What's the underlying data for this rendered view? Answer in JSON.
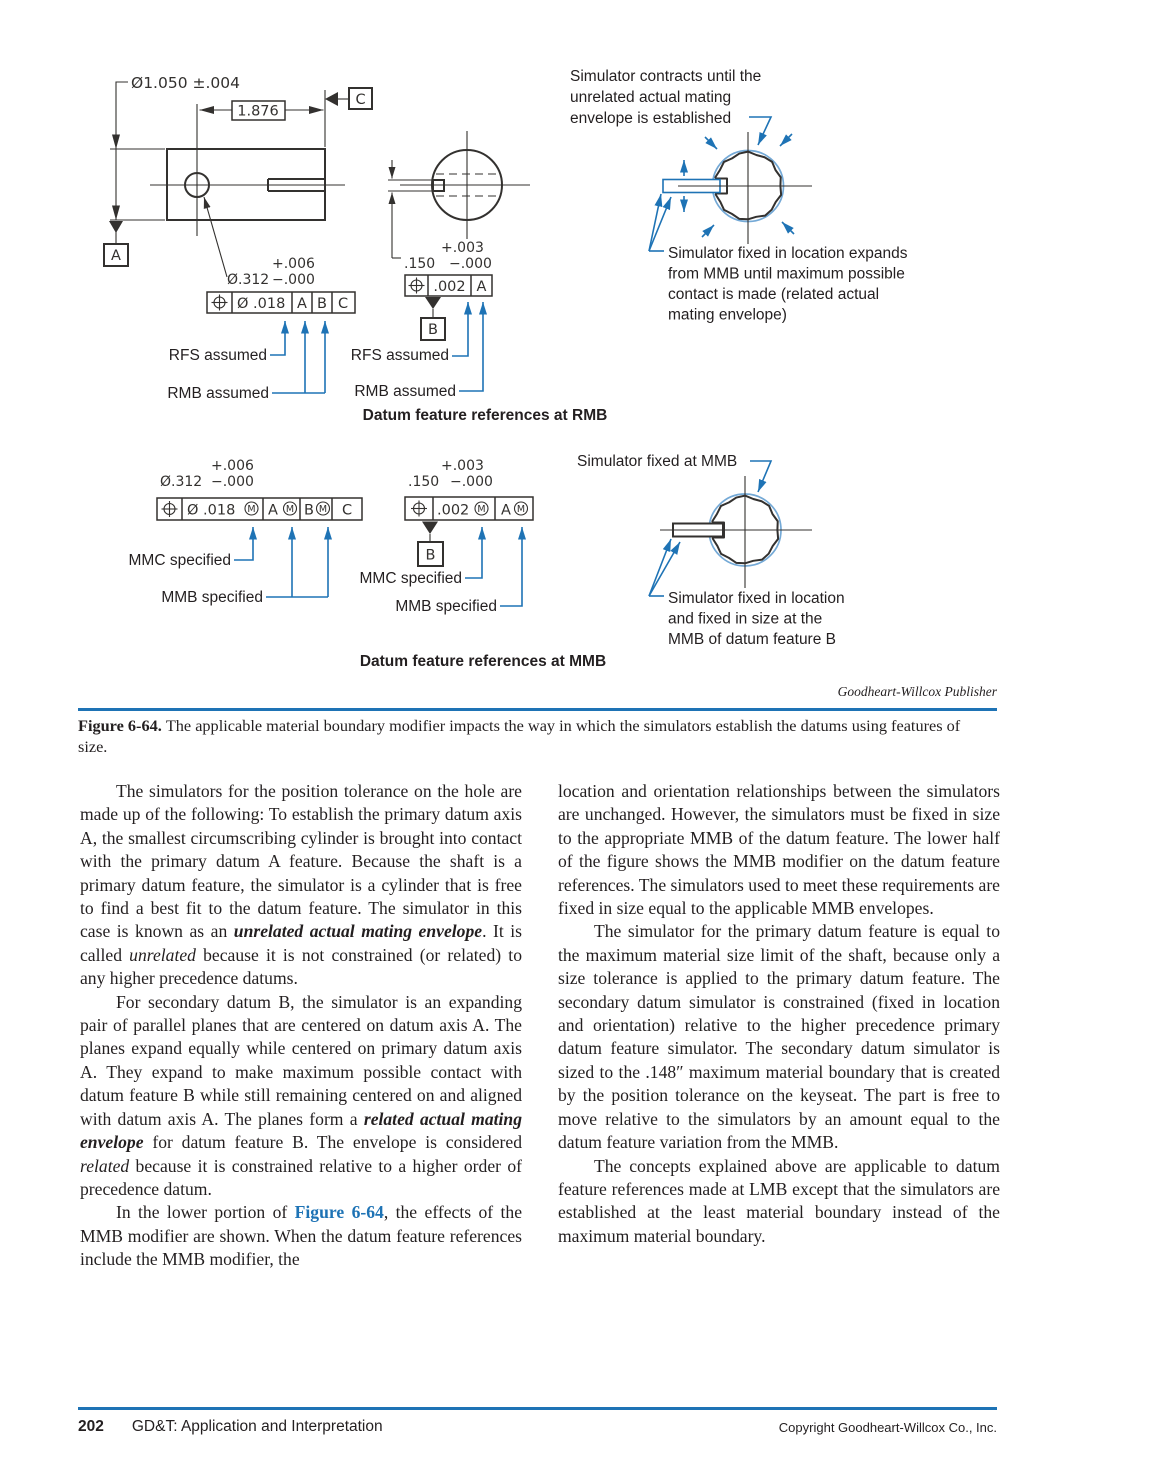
{
  "figure": {
    "publisher_credit": "Goodheart-Willcox Publisher",
    "rmb": {
      "section_caption": "Datum feature references at RMB",
      "od_dim": "Ø1.050 ±.004",
      "length_dim": "1.876",
      "datum_a": "A",
      "datum_b": "B",
      "datum_c": "C",
      "hole": {
        "plus": "+.006",
        "dia_line": "Ø.312",
        "minus": "−.000"
      },
      "fcf_hole": {
        "tol": "Ø .018",
        "ref1": "A",
        "ref2": "B",
        "ref3": "C"
      },
      "key": {
        "plus": "+.003",
        "size_line": ".150",
        "minus": "−.000"
      },
      "fcf_key": {
        "tol": ".002",
        "ref1": "A"
      },
      "rfs_hole": "RFS assumed",
      "rmb_hole": "RMB assumed",
      "rfs_key": "RFS assumed",
      "rmb_key": "RMB assumed",
      "note_contracts": [
        "Simulator contracts until the",
        "unrelated actual mating",
        "envelope is established"
      ],
      "note_expands": [
        "Simulator fixed in location expands",
        "from MMB until maximum possible",
        "contact is made (related actual",
        "mating envelope)"
      ]
    },
    "mmb": {
      "section_caption": "Datum feature references at MMB",
      "datum_b": "B",
      "hole": {
        "plus": "+.006",
        "dia_line": "Ø.312",
        "minus": "−.000"
      },
      "fcf_hole": {
        "tol": "Ø .018",
        "mod": "M",
        "ref1": "A",
        "ref2": "B",
        "ref3": "C"
      },
      "key": {
        "plus": "+.003",
        "size_line": ".150",
        "minus": "−.000"
      },
      "fcf_key": {
        "tol": ".002",
        "mod": "M",
        "ref1": "A"
      },
      "mmc_hole": "MMC specified",
      "mmb_hole": "MMB specified",
      "mmc_key": "MMC specified",
      "mmb_key": "MMB specified",
      "note_fixed": "Simulator fixed at MMB",
      "note_fixed_loc": [
        "Simulator fixed in location",
        "and fixed in size at the",
        "MMB of datum feature B"
      ]
    }
  },
  "caption": {
    "label": "Figure 6-64.",
    "text": "The applicable material boundary modifier impacts the way in which the simulators establish the datums using features of size."
  },
  "body": {
    "p1": {
      "s0": "The simulators for the position tolerance on the hole are made up of the following: To establish the primary datum axis A, the smallest circumscribing cylinder is brought into contact with the primary datum A feature. Because the shaft is a primary datum feature, the simulator is a cylinder that is free to find a best fit to the datum feature. The simulator in this case is known as an ",
      "s1": "unrelated actual mating envelope",
      "s2": ". It is called ",
      "s3": "unrelated",
      "s4": " because it is not constrained (or related) to any higher precedence datums."
    },
    "p2": {
      "s0": "For secondary datum B, the simulator is an expanding pair of parallel planes that are centered on datum axis A. The planes expand equally while centered on primary datum axis A. They expand to make maximum possible contact with datum feature B while still remaining centered on and aligned with datum axis A. The planes form a ",
      "s1": "related actual mating envelope",
      "s2": " for datum feature B. The envelope is considered ",
      "s3": "related",
      "s4": " because it is constrained relative to a higher order of precedence datum."
    },
    "p3": {
      "s0": "In the lower portion of ",
      "s1": "Figure 6-64",
      "s2": ", the effects of the MMB modifier are shown. When the datum feature references include the MMB modifier, the"
    },
    "p4": "location and orientation relationships between the simulators are unchanged. However, the simulators must be fixed in size to the appropriate MMB of the datum feature. The lower half of the figure shows the MMB modifier on the datum feature references. The simulators used to meet these requirements are fixed in size equal to the applicable MMB envelopes.",
    "p5": "The simulator for the primary datum feature is equal to the maximum material size limit of the shaft, because only a size tolerance is applied to the primary datum feature. The secondary datum simulator is constrained (fixed in location and orientation) relative to the higher precedence primary datum feature simulator. The secondary datum simulator is sized to the .148″ maximum material boundary that is created by the position tolerance on the keyseat. The part is free to move relative to the simulators by an amount equal to the datum feature variation from the MMB.",
    "p6": "The concepts explained above are applicable to datum feature references made at LMB except that the simulators are established at the least material boundary instead of the maximum material boundary."
  },
  "footer": {
    "page_number": "202",
    "book_title": "GD&T: Application and Interpretation",
    "copyright": "Copyright Goodheart-Willcox Co., Inc."
  },
  "colors": {
    "accent_blue": "#1e73b5",
    "simulator_blue": "#74a9d6",
    "ink": "#231f20",
    "drawing_stroke": "#33312f"
  }
}
